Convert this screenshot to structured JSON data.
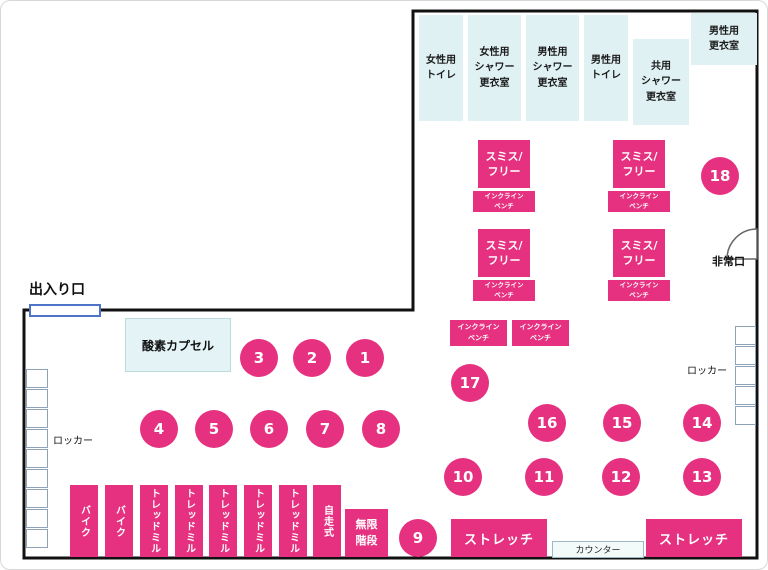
{
  "colors": {
    "pink": "#e5317f",
    "room_fill": "#e0f1f3",
    "wall": "#111111",
    "door_blue": "#4e74c9"
  },
  "labels": {
    "entrance": "出入り口",
    "locker": "ロッカー",
    "emergency_exit": "非常口",
    "counter": "カウンター",
    "oxygen_capsule": "酸素カプセル"
  },
  "rooms": [
    {
      "name": "womens-toilet",
      "lines": [
        "女性用",
        "トイレ"
      ]
    },
    {
      "name": "womens-shower-locker",
      "lines": [
        "女性用",
        "シャワー",
        "更衣室"
      ]
    },
    {
      "name": "mens-shower-locker",
      "lines": [
        "男性用",
        "シャワー",
        "更衣室"
      ]
    },
    {
      "name": "mens-toilet",
      "lines": [
        "男性用",
        "トイレ"
      ]
    },
    {
      "name": "shared-shower-locker",
      "lines": [
        "共用",
        "シャワー",
        "更衣室"
      ]
    },
    {
      "name": "mens-locker-room",
      "lines": [
        "男性用",
        "更衣室"
      ]
    }
  ],
  "equipment": {
    "smith_free": {
      "line1": "スミス/",
      "line2": "フリー"
    },
    "incline_bench": {
      "line1": "インクライン",
      "line2": "ベンチ"
    },
    "infinite_stairs": {
      "line1": "無限",
      "line2": "階段"
    },
    "stretch": "ストレッチ",
    "machines": [
      "バイク",
      "バイク",
      "トレッドミル",
      "トレッドミル",
      "トレッドミル",
      "トレッドミル",
      "トレッドミル",
      "自走式"
    ]
  },
  "circles": [
    "1",
    "2",
    "3",
    "4",
    "5",
    "6",
    "7",
    "8",
    "9",
    "10",
    "11",
    "12",
    "13",
    "14",
    "15",
    "16",
    "17",
    "18"
  ]
}
